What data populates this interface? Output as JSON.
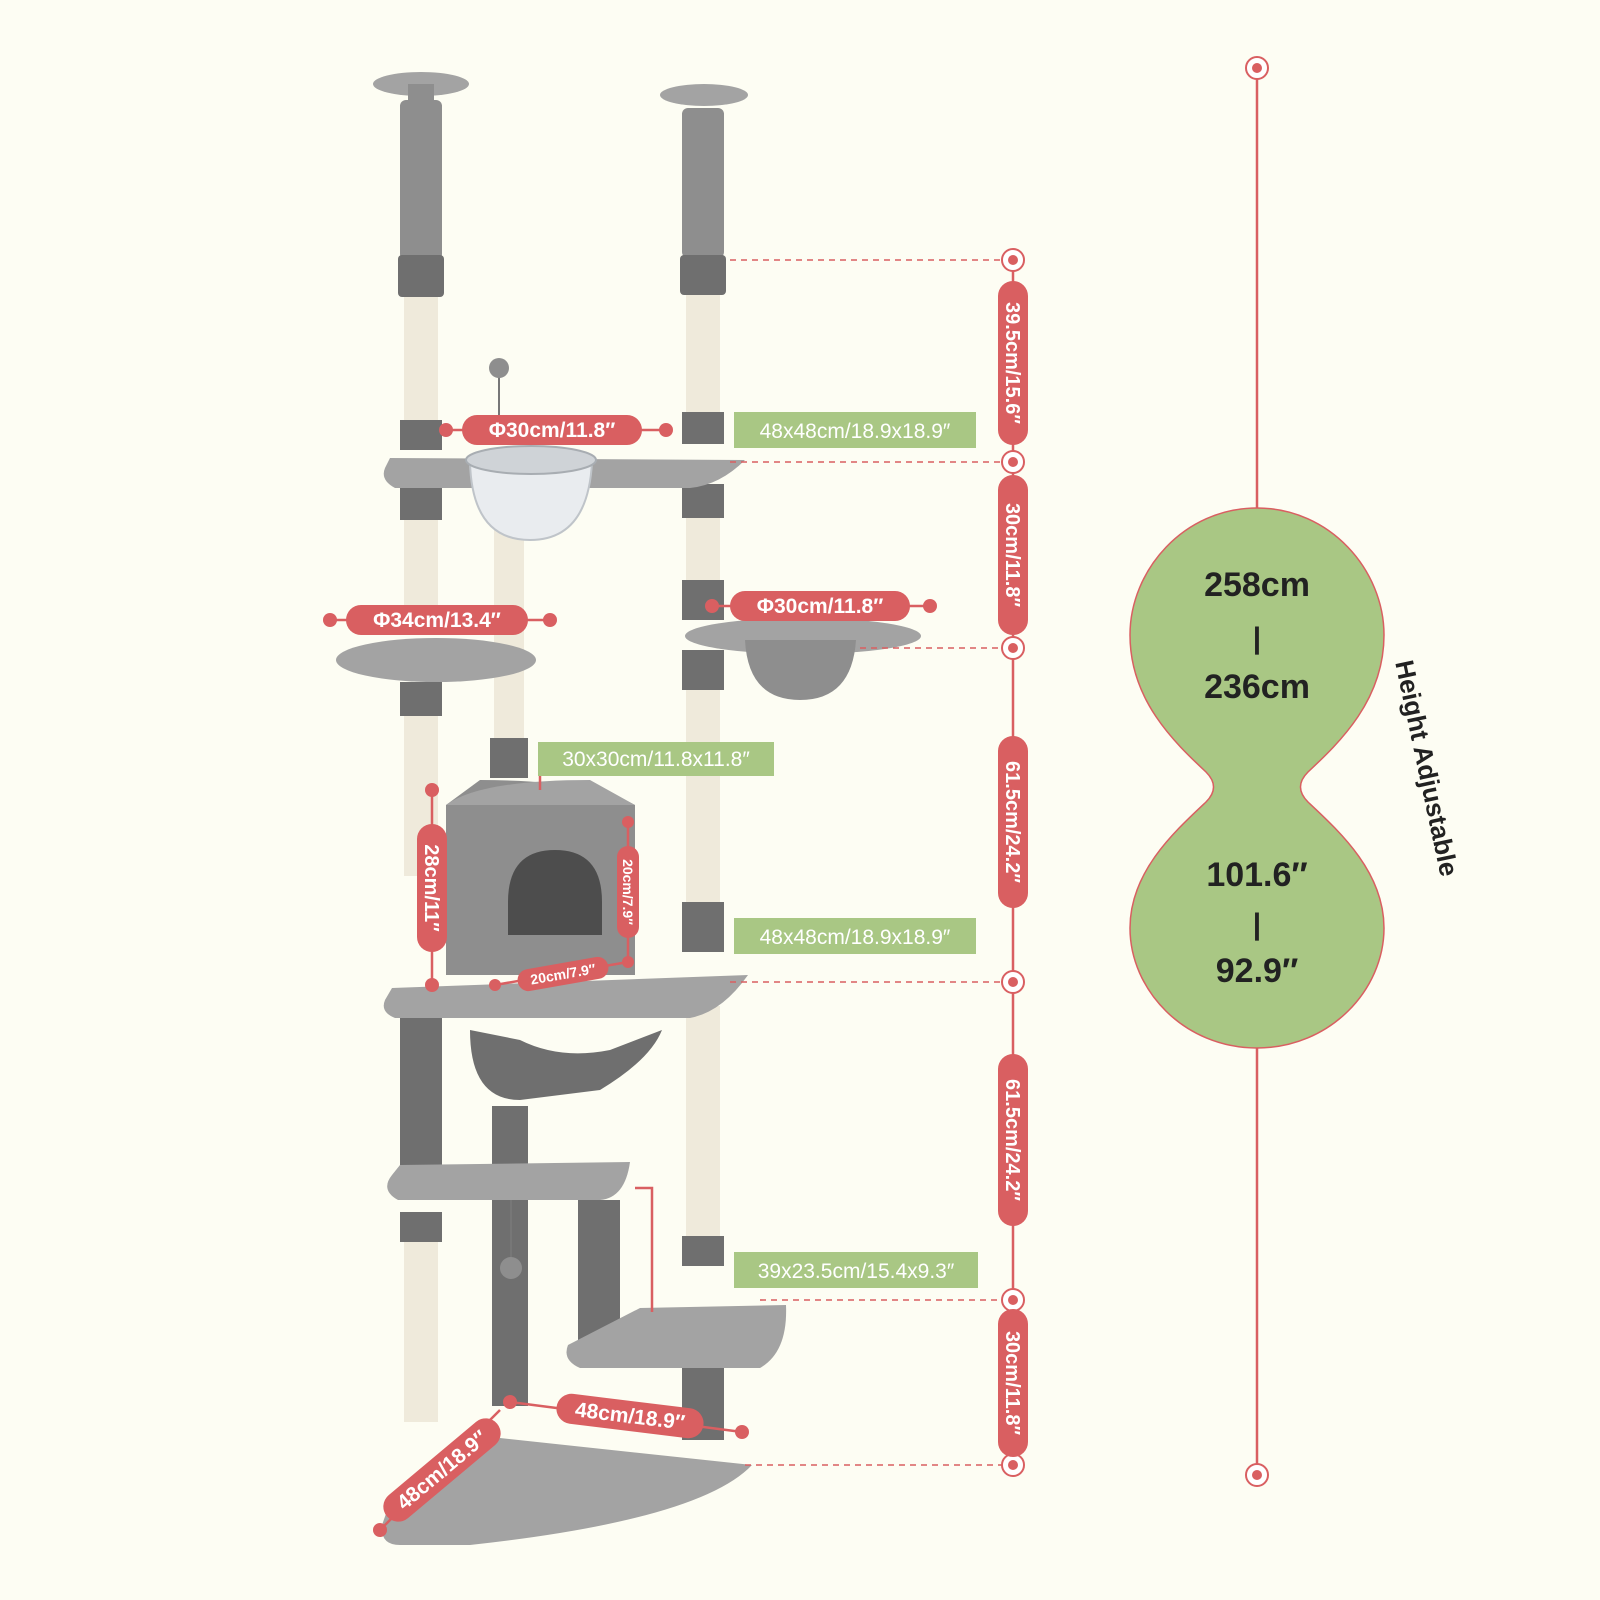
{
  "colors": {
    "background": "#fdfdf3",
    "dimension_red": "#d95f61",
    "label_green": "#a9c784",
    "plush_grey": "#8e8e8e",
    "sisal_rope": "#efeadb"
  },
  "dimensions": {
    "top_bowl": "Φ30cm/11.8″",
    "top_platform": "48x48cm/18.9x18.9″",
    "round_platform": "Φ34cm/13.4″",
    "basket": "Φ30cm/11.8″",
    "condo_top": "30x30cm/11.8x11.8″",
    "condo_height": "28cm/11″",
    "condo_door_height": "20cm/7.9″",
    "condo_door_width": "20cm/7.9″",
    "middle_platform": "48x48cm/18.9x18.9″",
    "step_platform": "39x23.5cm/15.4x9.3″",
    "base_side_a": "48cm/18.9″",
    "base_side_b": "48cm/18.9″"
  },
  "vertical_segments": [
    "39.5cm/15.6″",
    "30cm/11.8″",
    "61.5cm/24.2″",
    "61.5cm/24.2″",
    "30cm/11.8″"
  ],
  "total_height": {
    "cm_max": "258cm",
    "cm_min": "236cm",
    "in_max": "101.6″",
    "in_min": "92.9″",
    "separator": "|",
    "caption": "Height Adjustable"
  }
}
